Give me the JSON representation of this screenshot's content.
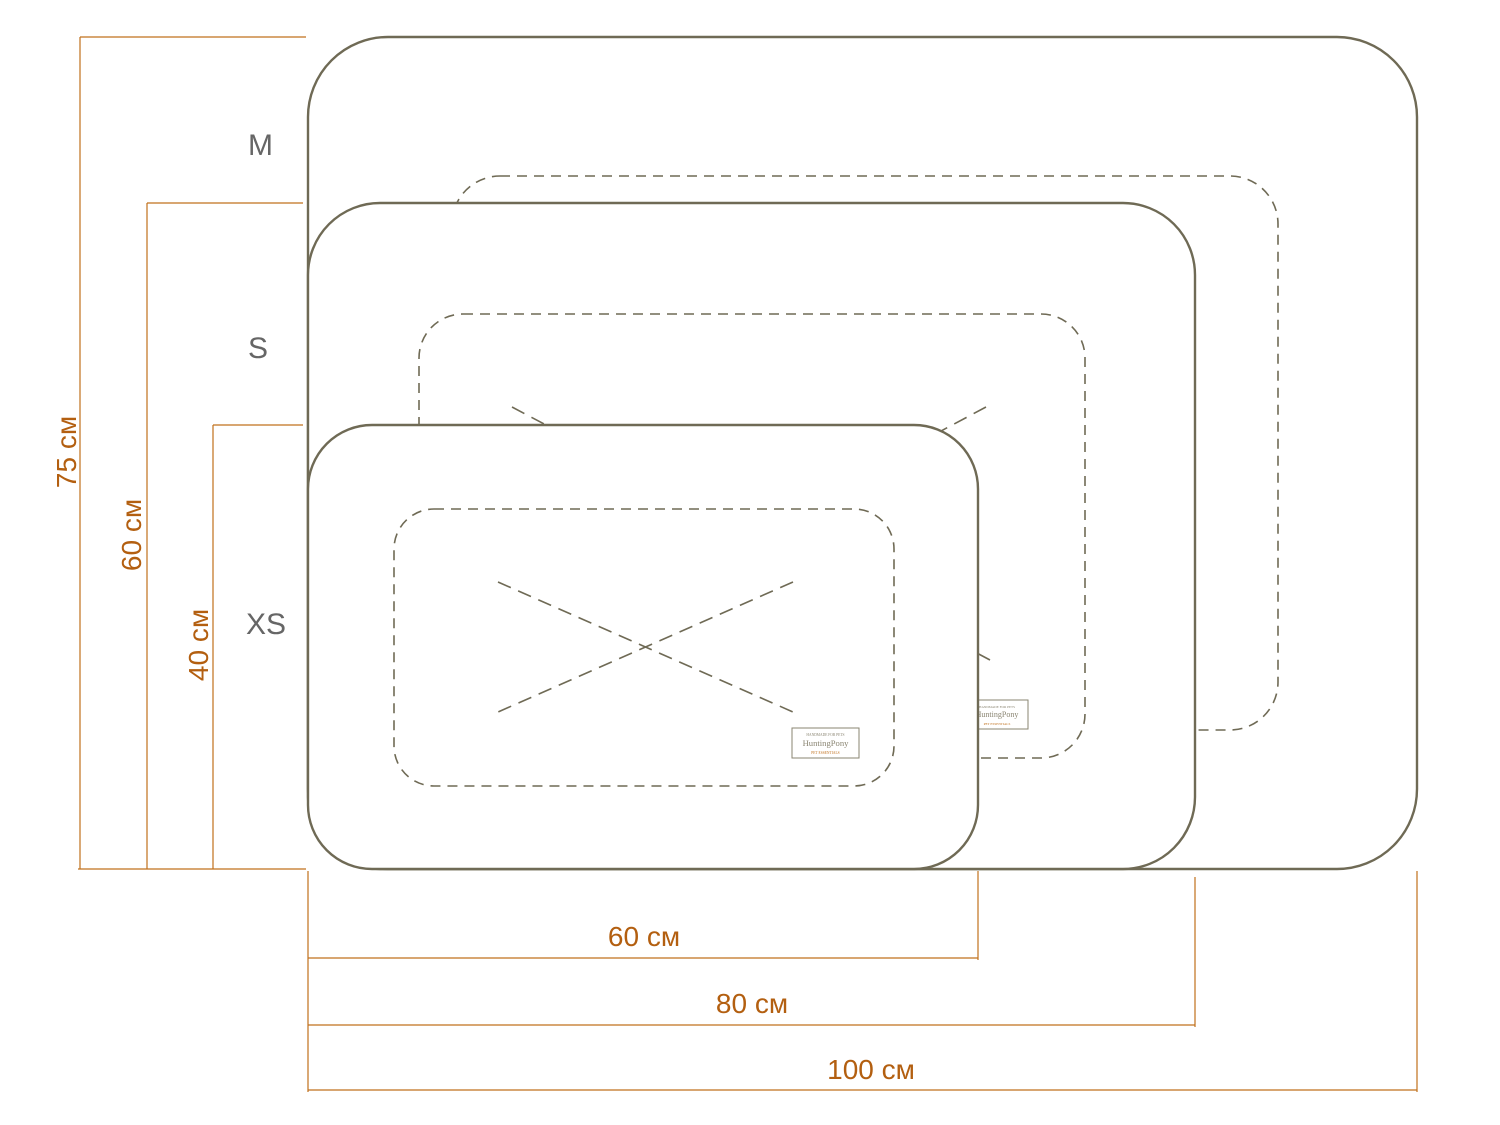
{
  "colors": {
    "outline": "#6f6a55",
    "dimension": "#c0701c",
    "dimension_text": "#b35f10",
    "size_label": "#666666"
  },
  "sizes": [
    {
      "name": "M",
      "width": "100 см",
      "height": "75 см"
    },
    {
      "name": "S",
      "width": "80 см",
      "height": "60 см"
    },
    {
      "name": "XS",
      "width": "60 см",
      "height": "40 см"
    }
  ],
  "brand_tag": {
    "top_line": "HANDMADE FOR PETS",
    "name": "HuntingPony",
    "bottom_line": "PET ESSENTIALS"
  }
}
